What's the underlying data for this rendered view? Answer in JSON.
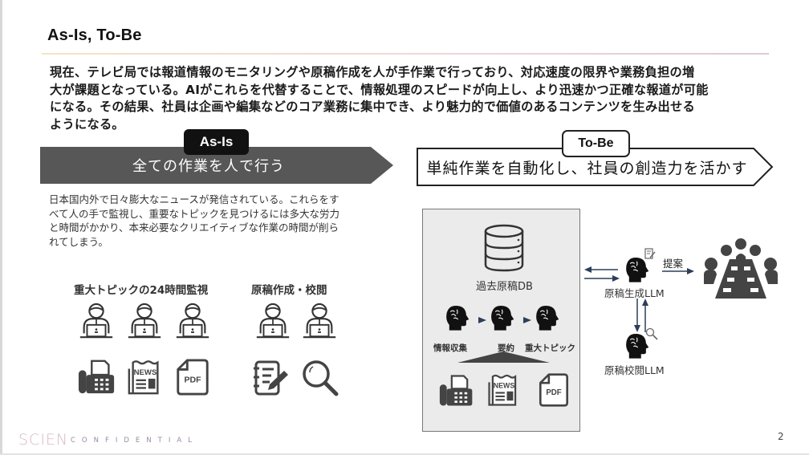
{
  "slide": {
    "title": "As-Is, To-Be",
    "intro_lines": [
      "現在、テレビ局では報道情報のモニタリングや原稿作成を人が手作業で行っており、対応速度の限界や業務負担の増",
      "大が課題となっている。AIがこれらを代替することで、情報処理のスピードが向上し、より迅速かつ正確な報道が可能",
      "になる。その結果、社員は企画や編集などのコア業務に集中でき、より魅力的で価値のあるコンテンツを生み出せる",
      "ようになる。"
    ],
    "page_number": "2"
  },
  "as_is": {
    "tag": "As-Is",
    "banner": "全ての作業を人で行う",
    "description_lines": [
      "日本国内外で日々膨大なニュースが発信されている。これらをす",
      "べて人の手で監視し、重要なトピックを見つけるには多大な労力",
      "と時間がかかり、本来必要なクリエイティブな作業の時間が削ら",
      "れてしまう。"
    ],
    "groups": [
      {
        "label": "重大トピックの24時間監視",
        "workers": 3,
        "icons": [
          "fax-icon",
          "news-icon",
          "pdf-icon"
        ]
      },
      {
        "label": "原稿作成・校閲",
        "workers": 2,
        "icons": [
          "edit-document-icon",
          "magnifier-icon"
        ]
      }
    ],
    "icon_labels": {
      "news": "NEWS",
      "pdf": "PDF"
    }
  },
  "to_be": {
    "tag": "To-Be",
    "banner": "単純作業を自動化し、社員の創造力を活かす",
    "db_label": "過去原稿DB",
    "pipeline": [
      "情報収集",
      "要約",
      "重大トピック"
    ],
    "sources": [
      "fax-icon",
      "news-icon",
      "pdf-icon"
    ],
    "generator_label": "原稿生成LLM",
    "reviewer_label": "原稿校閲LLM",
    "propose_label": "提案",
    "icon_labels": {
      "news": "NEWS",
      "pdf": "PDF"
    }
  },
  "footer": {
    "logo": "SCIEN",
    "confidential": "CONFIDENTIAL"
  },
  "colors": {
    "dark_banner": "#575757",
    "tag_black": "#111111",
    "icon_gray": "#444444",
    "arrow_navy": "#2c3e5a",
    "box_gray": "#ebebeb"
  }
}
